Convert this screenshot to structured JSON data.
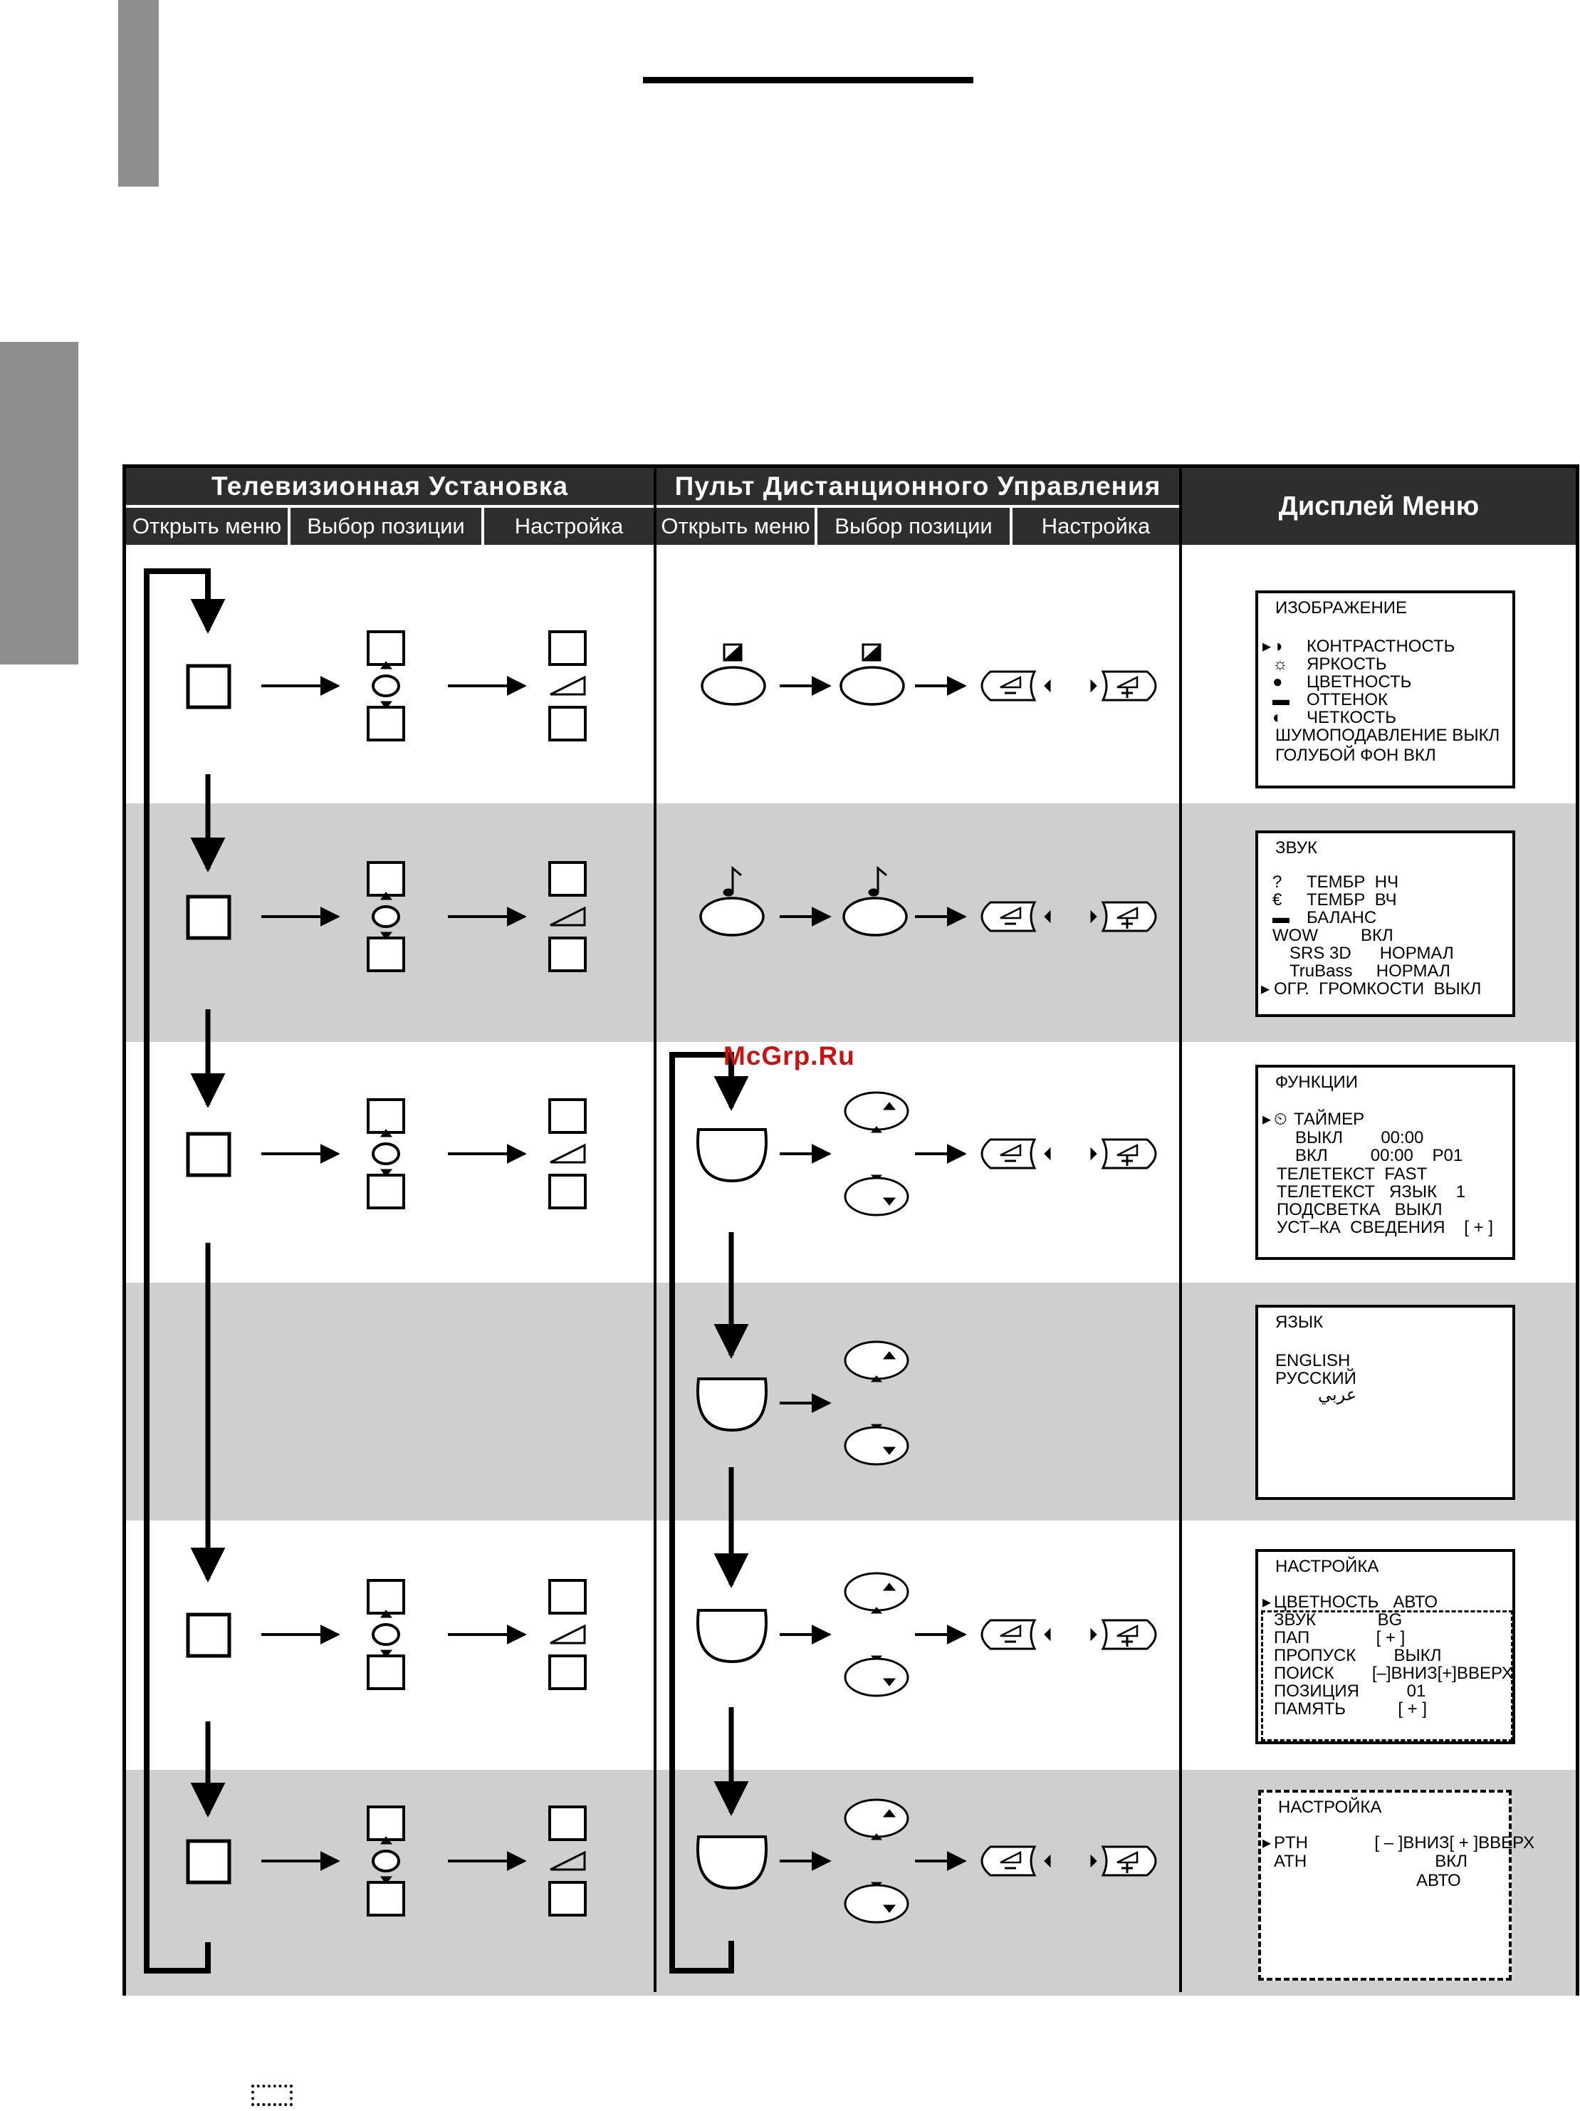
{
  "table": {
    "group_tv": "Телевизионная Установка",
    "group_remote": "Пульт Дистанционного Управления",
    "group_display": "Дисплей Меню",
    "sub_open": "Открыть меню",
    "sub_select": "Выбор позиции",
    "sub_adjust": "Настройка"
  },
  "watermark": "McGrp.Ru",
  "menus": {
    "picture": {
      "title": "ИЗОБРАЖЕНИЕ",
      "lines": [
        "КОНТРАСТНОСТЬ",
        "ЯРКОСТЬ",
        "ЦВЕТНОСТЬ",
        "ОТТЕНОК",
        "ЧЕТКОСТЬ",
        "ШУМОПОДАВЛЕНИЕ ВЫКЛ",
        "ГОЛУБОЙ ФОН ВКЛ"
      ]
    },
    "sound": {
      "title": "ЗВУК",
      "lines": [
        "ТЕМБР  НЧ",
        "ТЕМБР  ВЧ",
        "БАЛАНС",
        "WOW         ВКЛ",
        "SRS 3D      НОРМАЛ",
        "TruBass     НОРМАЛ",
        "ОГР.  ГРОМКОСТИ  ВЫКЛ"
      ]
    },
    "features": {
      "title": "ФУНКЦИИ",
      "lines": [
        "ТАЙМЕР",
        "ВЫКЛ        00:00",
        "ВКЛ         00:00    P01",
        "ТЕЛЕТЕКСТ  FAST",
        "ТЕЛЕТЕКСТ   ЯЗЫК    1",
        "ПОДСВЕТКА   ВЫКЛ",
        "УСТ–КА  СВЕДЕНИЯ    [ + ]"
      ]
    },
    "language": {
      "title": "ЯЗЫК",
      "lines": [
        "ENGLISH",
        "РУССКИЙ",
        "عربي"
      ]
    },
    "setup": {
      "title": "НАСТРОЙКА",
      "lines": [
        "ЦВЕТНОСТЬ   АВТО",
        "ЗВУК             BG",
        "ПАП              [ + ]",
        "ПРОПУСК        ВЫКЛ",
        "ПОИСК        [–]ВНИЗ[+]ВВЕРХ",
        "ПОЗИЦИЯ          01",
        "ПАМЯТЬ           [ + ]"
      ]
    },
    "tuning": {
      "title": "НАСТРОЙКА",
      "lines": [
        "PTH              [ – ]ВНИЗ[ + ]ВВЕРХ",
        "ATH                           ВКЛ",
        "                              АВТО"
      ]
    }
  }
}
